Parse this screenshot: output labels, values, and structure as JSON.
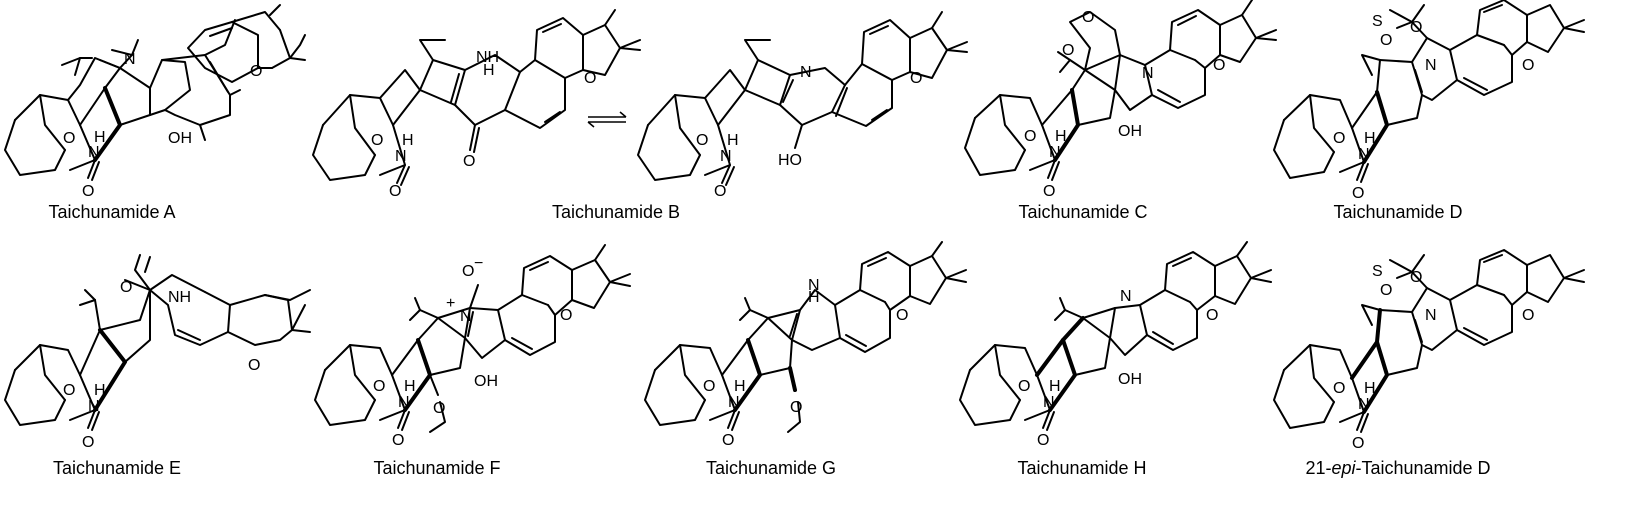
{
  "compounds": [
    {
      "name": "Taichunamide A"
    },
    {
      "name": "Taichunamide B"
    },
    {
      "name": "Taichunamide C"
    },
    {
      "name": "Taichunamide D"
    },
    {
      "name": "Taichunamide E"
    },
    {
      "name": "Taichunamide F"
    },
    {
      "name": "Taichunamide G"
    },
    {
      "name": "Taichunamide H"
    },
    {
      "name_prefix": "21-",
      "name_italic": "epi",
      "name_suffix": "-Taichunamide D"
    }
  ],
  "atom_labels": {
    "O": "O",
    "N": "N",
    "H": "H",
    "NH": "NH",
    "OH": "OH",
    "HO": "HO",
    "S": "S",
    "plus": "+",
    "minus": "−"
  },
  "equilibrium_icon": "equilibrium-arrows-icon"
}
